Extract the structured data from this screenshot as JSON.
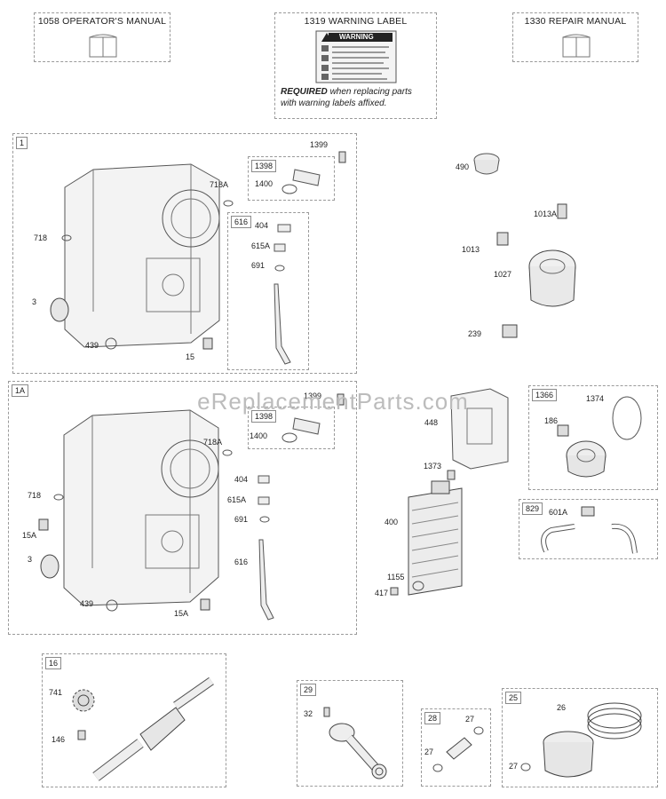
{
  "watermark": "eReplacementParts.com",
  "manuals": {
    "operators": "1058 OPERATOR'S MANUAL",
    "warning": "1319 WARNING LABEL",
    "repair": "1330 REPAIR MANUAL",
    "warning_badge": "WARNING",
    "required_bold": "REQUIRED",
    "required_rest1": " when replacing parts",
    "required_rest2": "with warning labels affixed."
  },
  "groups": {
    "g1": "1",
    "g1_1398": "1398",
    "g1_616": "616",
    "g1a": "1A",
    "g1a_1398": "1398",
    "g1366": "1366",
    "g829": "829",
    "g16": "16",
    "g29": "29",
    "g28": "28",
    "g25": "25"
  },
  "parts": {
    "p1399a": "1399",
    "p718a": "718A",
    "p1400a": "1400",
    "p404a": "404",
    "p615a": "615A",
    "p691a": "691",
    "p718": "718",
    "p3": "3",
    "p439": "439",
    "p15": "15",
    "p1399b": "1399",
    "p718ab": "718A",
    "p1400b": "1400",
    "p404b": "404",
    "p615b": "615A",
    "p691b": "691",
    "p616b": "616",
    "p718b": "718",
    "p15aa": "15A",
    "p3b": "3",
    "p439b": "439",
    "p15ab": "15A",
    "p490": "490",
    "p1013a": "1013A",
    "p1013": "1013",
    "p1027": "1027",
    "p239": "239",
    "p448": "448",
    "p1373": "1373",
    "p400": "400",
    "p1155": "1155",
    "p417": "417",
    "p186": "186",
    "p1374": "1374",
    "p601a": "601A",
    "p741": "741",
    "p146": "146",
    "p32": "32",
    "p27a": "27",
    "p27b": "27",
    "p26": "26",
    "p27c": "27"
  }
}
